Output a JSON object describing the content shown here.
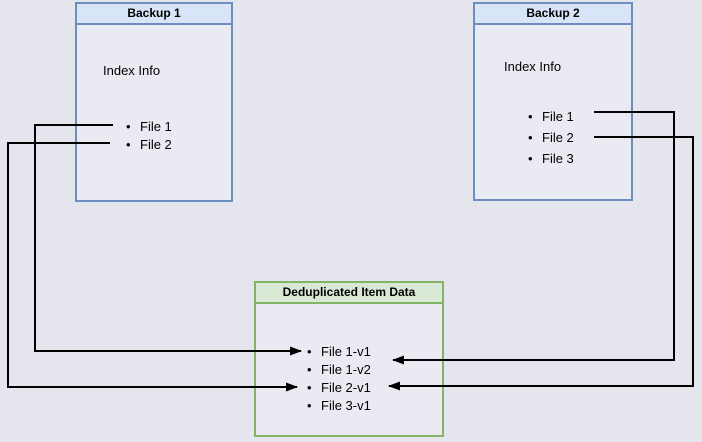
{
  "diagram": {
    "backup1": {
      "title": "Backup 1",
      "section_label": "Index Info",
      "files": [
        "File 1",
        "File 2"
      ]
    },
    "backup2": {
      "title": "Backup 2",
      "section_label": "Index Info",
      "files": [
        "File 1",
        "File 2",
        "File 3"
      ]
    },
    "dedup": {
      "title": "Deduplicated Item Data",
      "items": [
        "File 1-v1",
        "File 1-v2",
        "File 2-v1",
        "File 3-v1"
      ]
    },
    "bullet_glyph": "•",
    "connections": [
      {
        "from": "Backup 1 / File 1",
        "to": "Deduplicated Item Data / File 1-v1"
      },
      {
        "from": "Backup 1 / File 2",
        "to": "Deduplicated Item Data / File 2-v1"
      },
      {
        "from": "Backup 2 / File 1",
        "to": "Deduplicated Item Data / File 1-v2"
      },
      {
        "from": "Backup 2 / File 2",
        "to": "Deduplicated Item Data / File 2-v1"
      }
    ],
    "colors": {
      "background": "#e5e5ed",
      "box_body": "#eaeaf2",
      "blue_border": "#6c8ebf",
      "blue_header_fill": "#d8e5f8",
      "green_border": "#82b366",
      "green_header_fill": "#d8e8d5",
      "arrow": "#000000",
      "text": "#000000"
    }
  }
}
